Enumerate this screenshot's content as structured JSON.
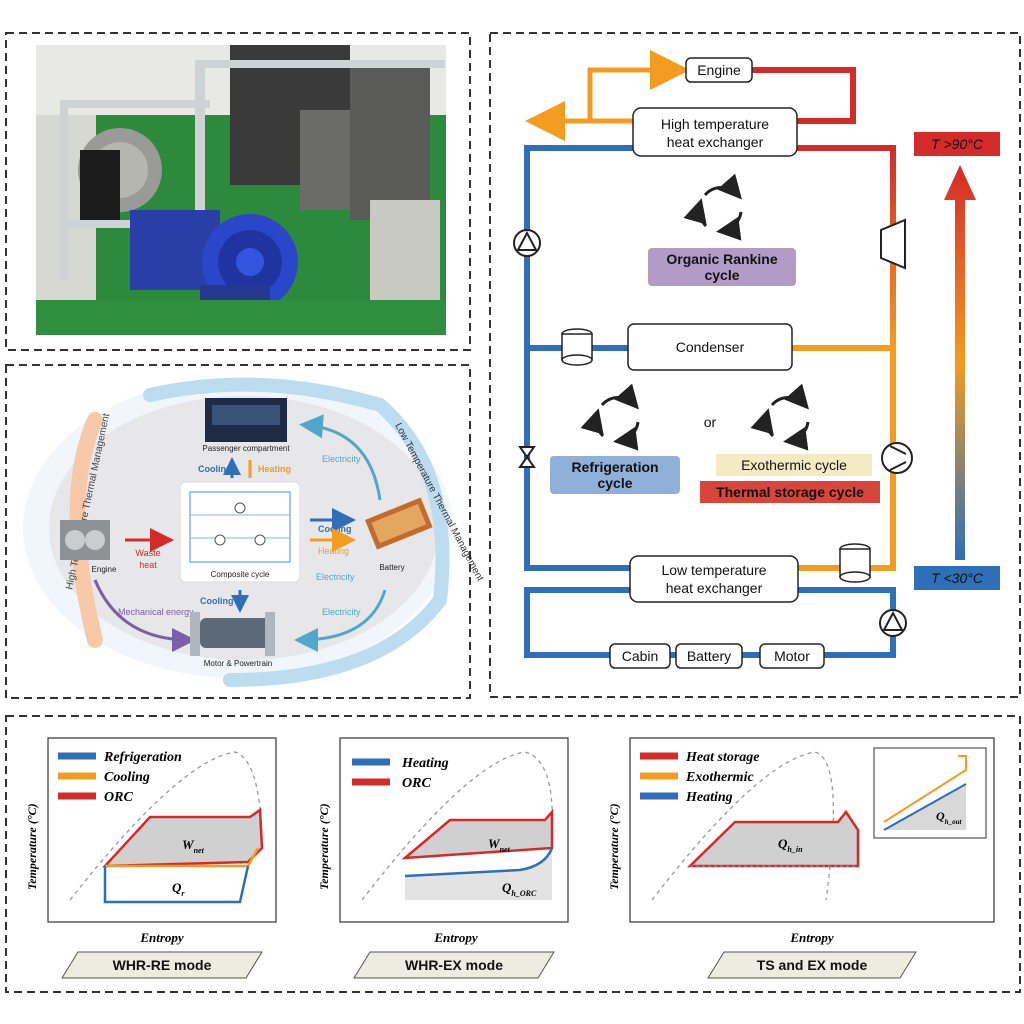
{
  "circuit": {
    "engine": "Engine",
    "hthe_line1": "High temperature",
    "hthe_line2": "heat exchanger",
    "orc_line1": "Organic Rankine",
    "orc_line2": "cycle",
    "condenser": "Condenser",
    "or": "or",
    "refrig_line1": "Refrigeration",
    "refrig_line2": "cycle",
    "exo": "Exothermic cycle",
    "thermal": "Thermal storage cycle",
    "ltle_line1": "Low temperature",
    "ltle_line2": "heat exchanger",
    "cabin": "Cabin",
    "battery": "Battery",
    "motor": "Motor",
    "t_high": "T >90°C",
    "t_low": "T <30°C"
  },
  "overview": {
    "high_temp_mgmt": "High Temperature Thermal Management",
    "low_temp_mgmt": "Low Temperature Thermal Management",
    "passenger": "Passenger compartment",
    "cooling": "Cooling",
    "heating": "Heating",
    "electricity": "Electricity",
    "engine": "Engine",
    "waste_heat_1": "Waste",
    "waste_heat_2": "heat",
    "composite": "Composite cycle",
    "battery": "Battery",
    "mech_energy": "Mechanical energy",
    "motor": "Motor & Powertrain",
    "cooling_down": "Cooling"
  },
  "ts": {
    "ylabel": "Temperature (°C)",
    "xlabel": "Entropy",
    "p1": {
      "legend": [
        "Refrigeration",
        "Cooling",
        "ORC"
      ],
      "w": "W",
      "wsub": "net",
      "q": "Q",
      "qsub": "r",
      "mode": "WHR-RE mode"
    },
    "p2": {
      "legend": [
        "Heating",
        "ORC"
      ],
      "w": "W",
      "wsub": "net",
      "q": "Q",
      "qsub": "h_ORC",
      "mode": "WHR-EX mode"
    },
    "p3": {
      "legend": [
        "Heat storage",
        "Exothermic",
        "Heating"
      ],
      "q": "Q",
      "qsub": "h_in",
      "q2": "Q",
      "q2sub": "h_out",
      "mode": "TS and EX mode"
    }
  },
  "colors": {
    "hot": "#d42a2a",
    "warm": "#f39c1f",
    "cold": "#2e6fb8",
    "orc": "#b39bc8",
    "refrig": "#8fb0d8",
    "exo": "#f3ecc3",
    "thermal": "#d9453a"
  }
}
